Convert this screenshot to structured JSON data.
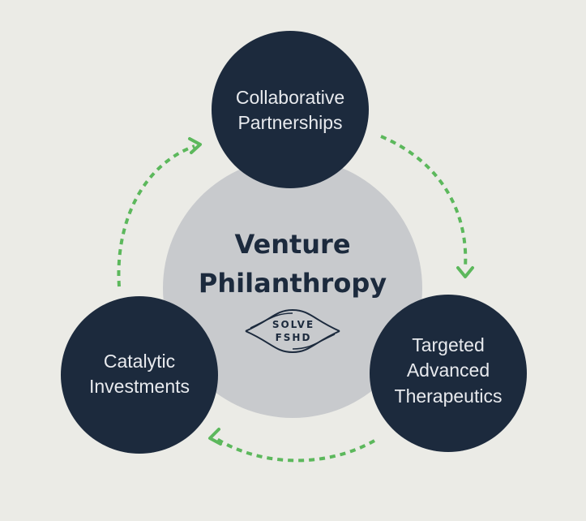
{
  "center": {
    "title_line1": "Venture",
    "title_line2": "Philanthropy"
  },
  "logo": {
    "line1": "SOLVE",
    "line2": "FSHD"
  },
  "nodes": {
    "top": {
      "line1": "Collaborative",
      "line2": "Partnerships"
    },
    "right": {
      "line1": "Targeted",
      "line2": "Advanced",
      "line3": "Therapeutics"
    },
    "left": {
      "line1": "Catalytic",
      "line2": "Investments"
    }
  },
  "colors": {
    "background": "#ebebe6",
    "node_fill": "#1c2a3d",
    "center_fill": "#c8cacd",
    "arrow": "#5cb85c",
    "node_text": "#e8eaee"
  }
}
